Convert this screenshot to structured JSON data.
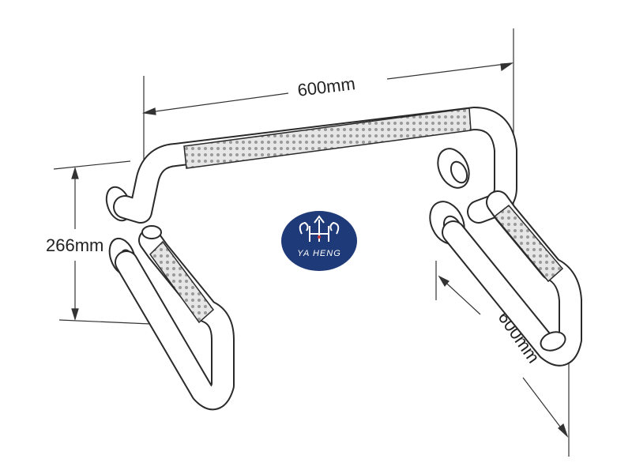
{
  "dimensions": {
    "top_width": "600mm",
    "height": "266mm",
    "side_length": "600mm"
  },
  "logo": {
    "text": "YA HENG",
    "color": "#1f3a78"
  },
  "colors": {
    "line": "#2a2a2a",
    "grip": "#cfcfcf"
  }
}
